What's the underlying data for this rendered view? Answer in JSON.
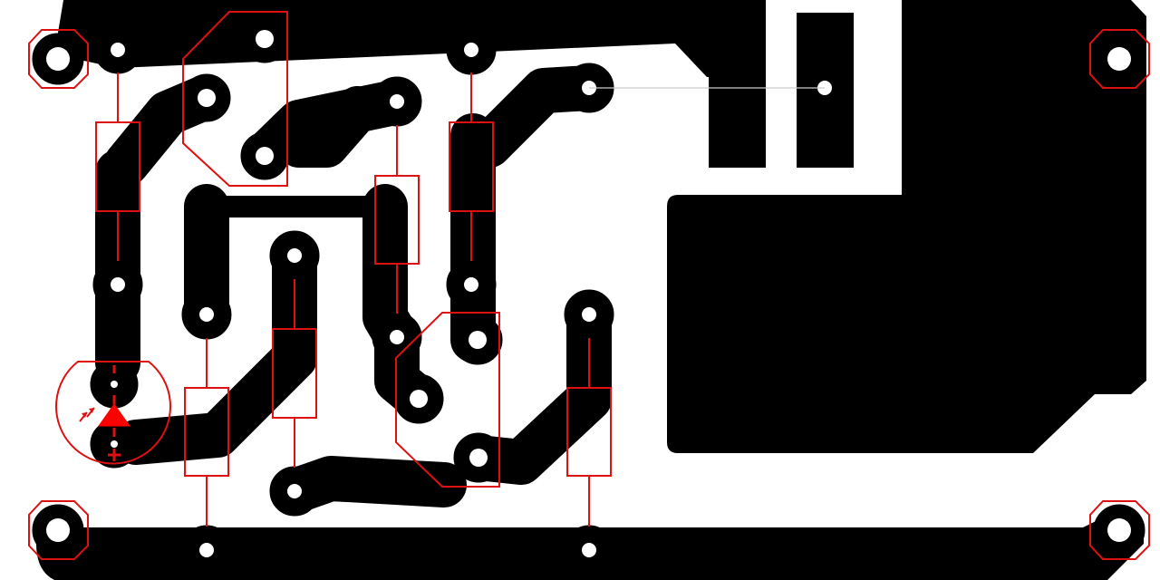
{
  "board": {
    "background_color": "#ffffff",
    "copper_color": "#000000",
    "silkscreen_color": "#dd1111",
    "jumper_color": "#cccccc",
    "drill_color": "#ffffff"
  },
  "components": {
    "mounting_holes": 4,
    "resistors": 6,
    "transistors": 2,
    "photodiode": 1,
    "photodiode_polarity_marks": [
      "-",
      "+"
    ],
    "jumper_wires": 1,
    "copper_pours": 2
  }
}
